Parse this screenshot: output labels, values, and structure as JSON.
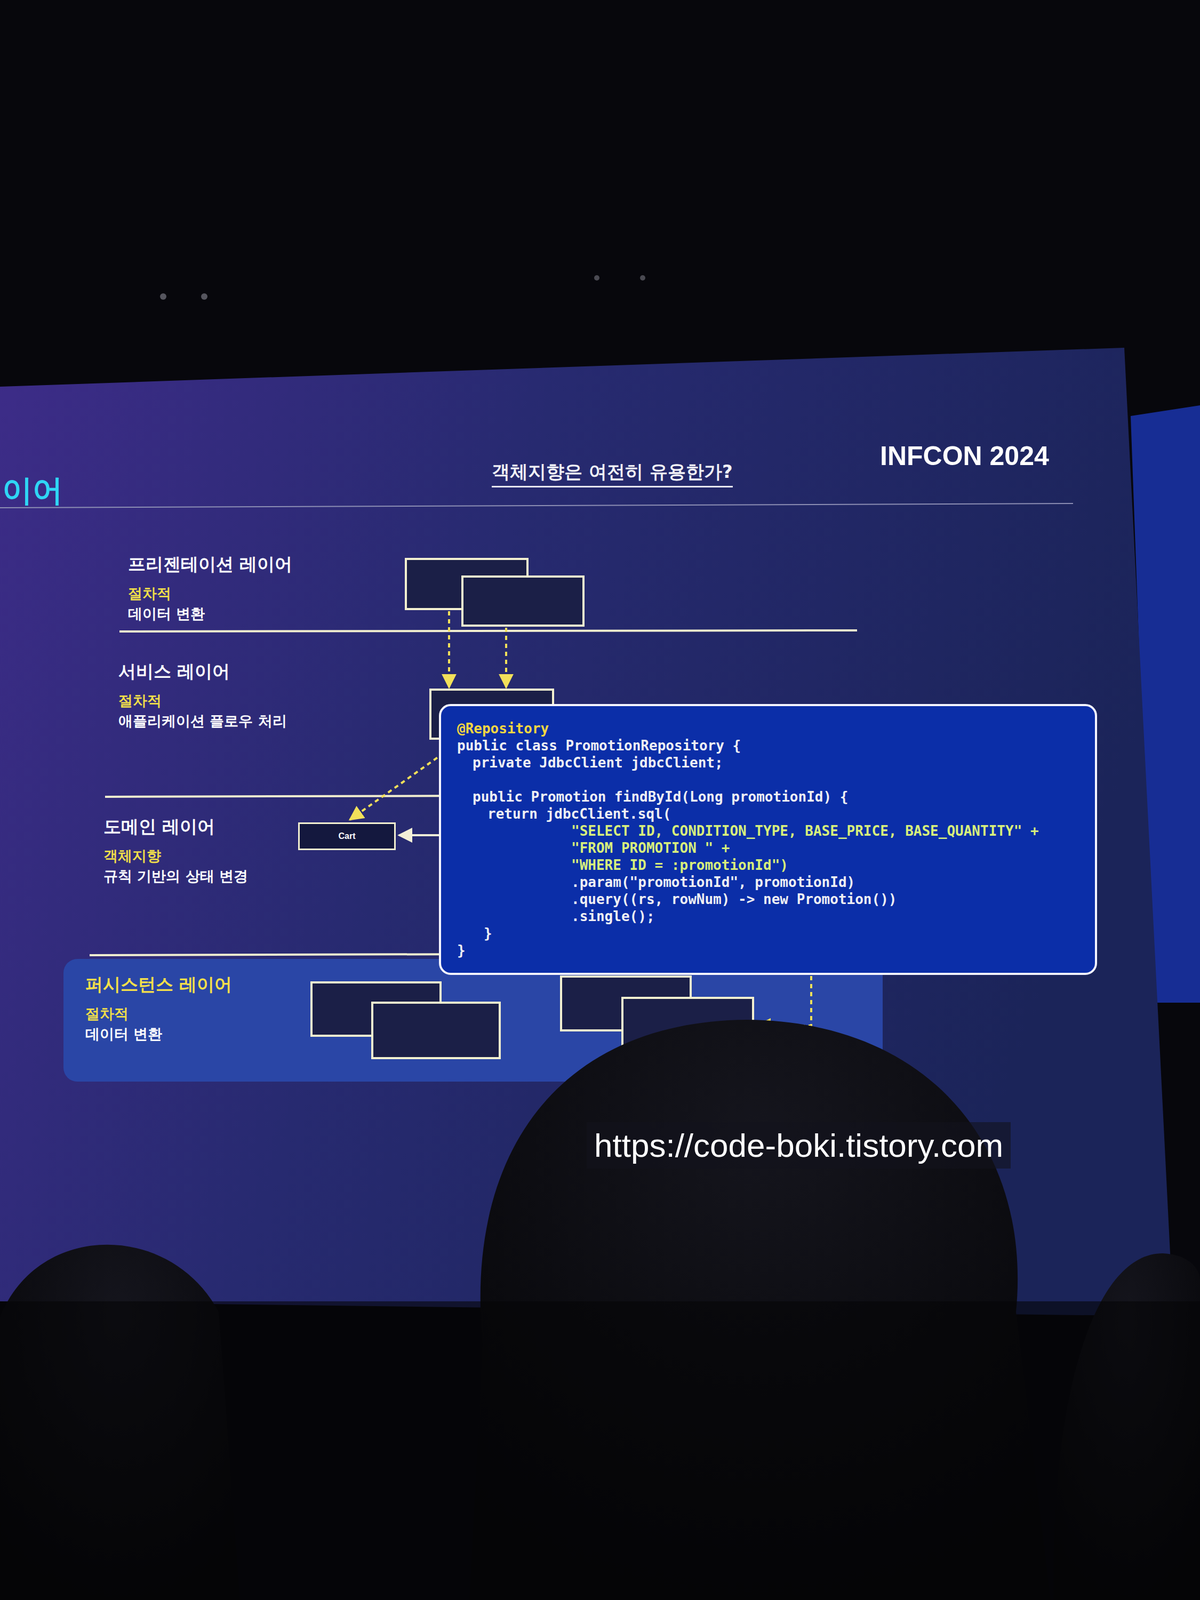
{
  "diagram": {
    "title": "객체지향은 여전히 유용한가?",
    "nodes": [
      {
        "text": [
          "프리젠테이션 레이어",
          "절차적",
          "데이터 변환"
        ]
      },
      {
        "text": [
          "서비스 레이어",
          "절차적",
          "애플리케이션 플로우 처리"
        ]
      },
      {
        "text": [
          "@Repository",
          "public class PromotionRepository {",
          "private JdbcClient jdbcClient;",
          "public Promotion findById(Long promotionId) {",
          "return jdbcClient.sql(",
          "\"SELECT ID, CONDITION_TYPE, BASE_PRICE, BASE_QUANTITY\" +",
          "\"FROM PROMOTION \" +",
          "\"WHERE ID = :promotionId\")",
          ".param(\"promotionId\", promotionId)",
          ".query((rs, rowNum) -> new Promotion())",
          ".single();",
          "}",
          "}"
        ]
      },
      {
        "text": [
          "도메인 레이어",
          "객체지향",
          "규칙 기반의 상태 변경"
        ]
      },
      {
        "text": [
          "Cart"
        ],
        "in": 3
      },
      {
        "text": [
          "퍼시스턴스 레이어",
          "절차적",
          "데이터 변환"
        ]
      }
    ],
    "labels": [
      "이어",
      "INFCON 2024",
      "https://code-boki.tistory.com"
    ]
  }
}
